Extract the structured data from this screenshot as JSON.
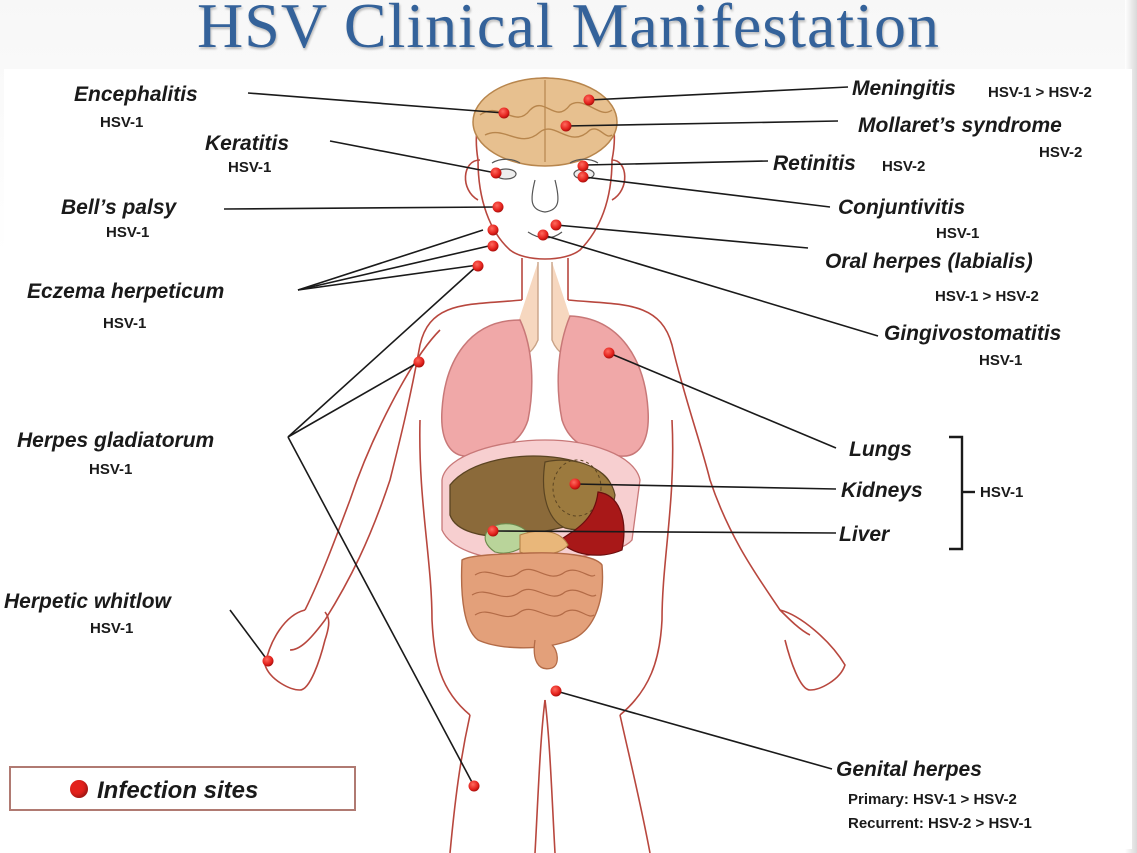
{
  "title": "HSV Clinical Manifestation",
  "colors": {
    "title": "#34629a",
    "dot": "#e3211c",
    "body_outline": "#b8473e",
    "leader": "#1a1a1a"
  },
  "labels": {
    "encephalitis": {
      "name": "Encephalitis",
      "type": "HSV-1"
    },
    "keratitis": {
      "name": "Keratitis",
      "type": "HSV-1"
    },
    "bells_palsy": {
      "name": "Bell’s palsy",
      "type": "HSV-1"
    },
    "eczema": {
      "name": "Eczema herpeticum",
      "type": "HSV-1"
    },
    "gladiatorum": {
      "name": "Herpes gladiatorum",
      "type": "HSV-1"
    },
    "whitlow": {
      "name": "Herpetic whitlow",
      "type": "HSV-1"
    },
    "meningitis": {
      "name": "Meningitis",
      "type": "HSV-1 > HSV-2"
    },
    "mollaret": {
      "name": "Mollaret’s syndrome",
      "type": "HSV-2"
    },
    "retinitis": {
      "name": "Retinitis",
      "type": "HSV-2"
    },
    "conjunctivitis": {
      "name": "Conjuntivitis",
      "type": "HSV-1"
    },
    "oral": {
      "name": "Oral herpes (labialis)",
      "type": "HSV-1 > HSV-2"
    },
    "gingivo": {
      "name": "Gingivostomatitis",
      "type": "HSV-1"
    },
    "lungs": {
      "name": "Lungs"
    },
    "kidneys": {
      "name": "Kidneys"
    },
    "liver": {
      "name": "Liver"
    },
    "organs_type": "HSV-1",
    "genital": {
      "name": "Genital herpes",
      "primary": "Primary: HSV-1 > HSV-2",
      "recurrent": "Recurrent: HSV-2 > HSV-1"
    }
  },
  "legend": {
    "label": "Infection sites",
    "icon": "red-dot"
  }
}
